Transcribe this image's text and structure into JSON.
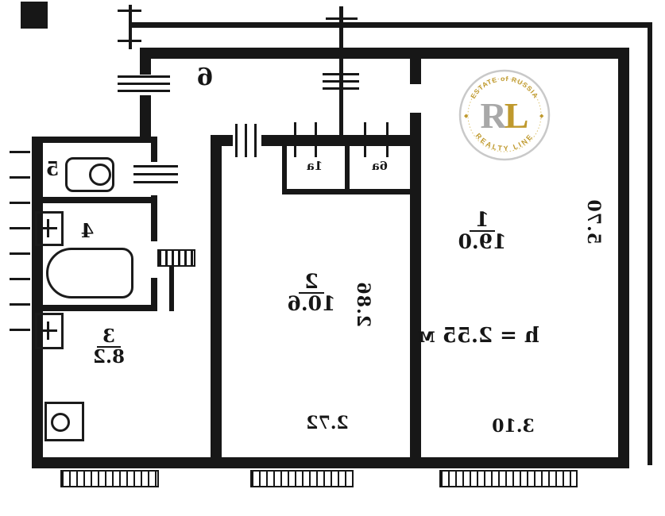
{
  "plan": {
    "ink_color": "#161616",
    "rooms": {
      "r1": {
        "number": "1",
        "area": "19.0"
      },
      "r2": {
        "number": "2",
        "area": "10.6"
      },
      "r3": {
        "number": "3",
        "area": "8.2"
      },
      "r4": {
        "number": "4"
      },
      "r5": {
        "number": "5"
      },
      "r6": {
        "number": "6"
      },
      "c1a": {
        "number": "1а"
      },
      "c6a": {
        "number": "6а"
      }
    },
    "annotations": {
      "ceiling_height": "h = 2.55 м",
      "dim_2_72": "2.72",
      "dim_3_10": "3.10",
      "dim_5_70": "5.70",
      "dim_2_86": "2.86"
    }
  },
  "watermark": {
    "monogram_r": "R",
    "monogram_l": "L",
    "arc_top": "ESTATE of RUSSIA",
    "arc_bottom": "REALTY LINE",
    "diamond": "◆",
    "gold": "#bf992d",
    "silver": "#a8a8a8"
  }
}
